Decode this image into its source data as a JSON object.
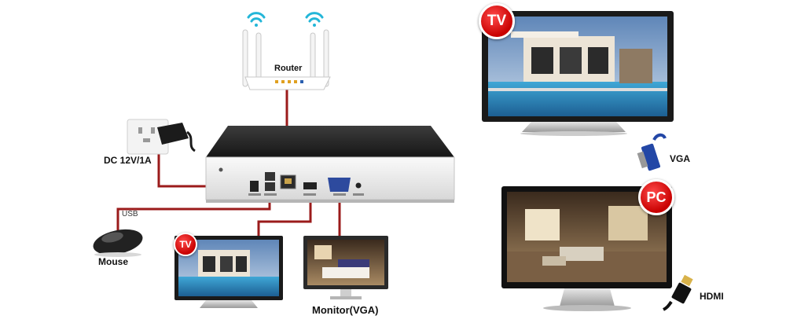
{
  "labels": {
    "router": "Router",
    "dc_power": "DC 12V/1A",
    "usb": "USB",
    "mouse": "Mouse",
    "monitor_vga": "Monitor(VGA)",
    "vga": "VGA",
    "hdmi": "HDMI"
  },
  "badges": {
    "tv_large": "TV",
    "tv_small": "TV",
    "pc": "PC"
  },
  "colors": {
    "cable": "#9b1b1b",
    "badge": "#d40000",
    "nvr_body": "#2a2a2a",
    "nvr_front": "#eeeeee",
    "wifi": "#23b6d8"
  },
  "icons": [
    "wifi-icon",
    "router-icon",
    "power-adapter-icon",
    "mouse-icon",
    "vga-connector-icon",
    "hdmi-connector-icon",
    "nvr-device-icon",
    "tv-icon",
    "monitor-icon"
  ]
}
